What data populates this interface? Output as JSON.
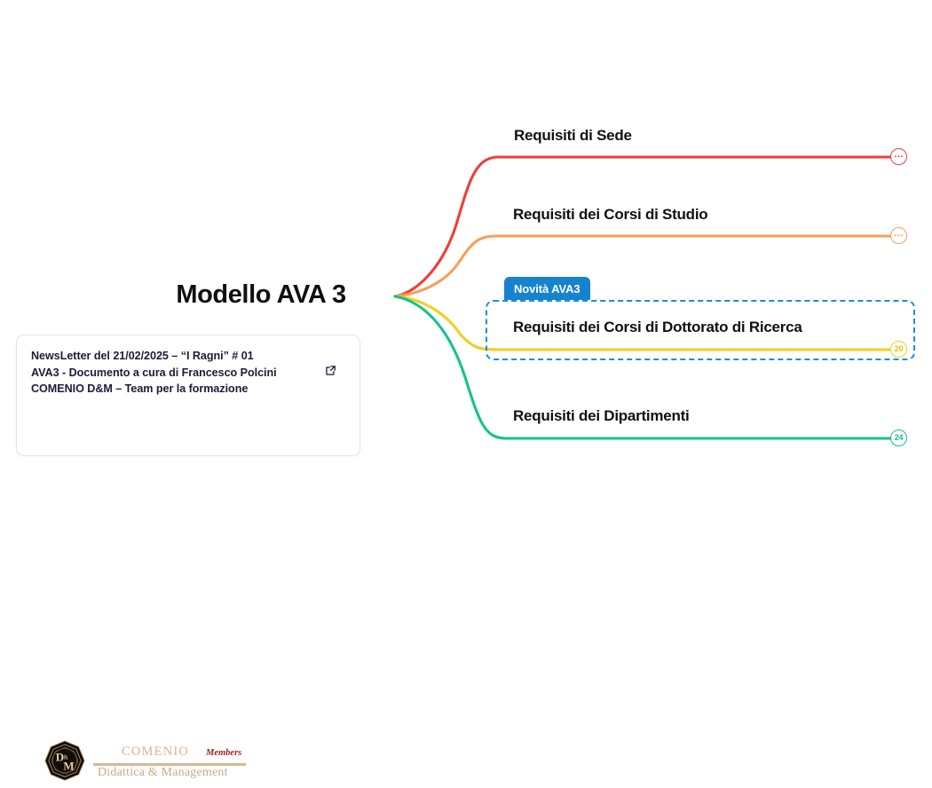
{
  "page": {
    "background": "#ffffff"
  },
  "center": {
    "title": "Modello AVA 3"
  },
  "note_card": {
    "line1": "NewsLetter del 21/02/2025 – “I Ragni” # 01",
    "line2": "AVA3 - Documento a cura di Francesco Polcini",
    "line3": "COMENIO D&M – Team per la formazione",
    "link_icon": "external-link-icon",
    "logo": {
      "monogram": "D&M",
      "wordmark": "COMENIO",
      "members": "Members",
      "tagline": "Didattica & Management",
      "colors": {
        "gold": "#d8b38c",
        "red": "#a81f22",
        "badge_dark": "#120d0b"
      }
    }
  },
  "highlight": {
    "badge_label": "Novità AVA3",
    "badge_color": "#1783cf",
    "border_color": "#1a8fd8"
  },
  "branches": [
    {
      "id": "sede",
      "label": "Requisiti di Sede",
      "color": "#ef3e3b",
      "end_node": "…",
      "end_node_kind": "dots"
    },
    {
      "id": "corsi-studio",
      "label": "Requisiti dei Corsi di Studio",
      "color": "#f5a05a",
      "end_node": "…",
      "end_node_kind": "dots"
    },
    {
      "id": "dottorato",
      "label": "Requisiti dei Corsi di Dottorato di Ricerca",
      "color": "#f2cf1f",
      "end_node": "20",
      "end_node_kind": "count"
    },
    {
      "id": "dipartimenti",
      "label": "Requisiti dei Dipartimenti",
      "color": "#14c38e",
      "end_node": "24",
      "end_node_kind": "count"
    }
  ]
}
